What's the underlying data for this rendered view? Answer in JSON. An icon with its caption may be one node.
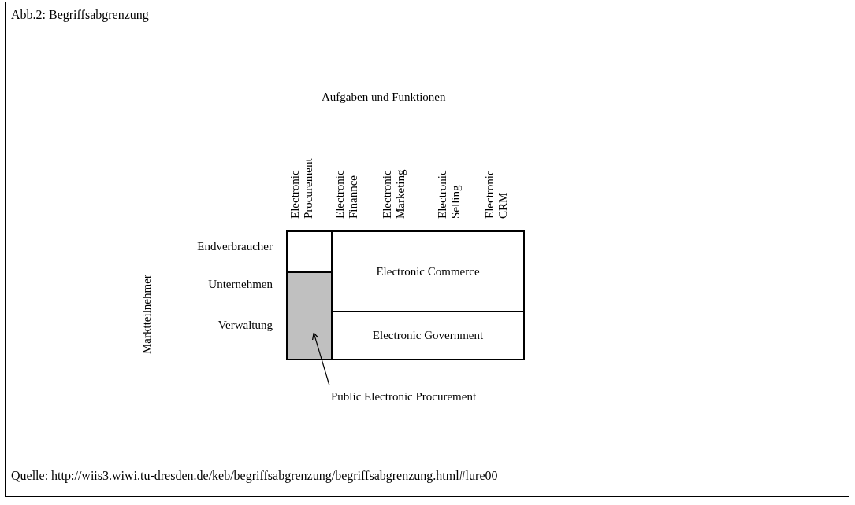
{
  "diagram": {
    "title": "Abb.2: Begriffsabgrenzung",
    "caption": "Quelle: http://wiis3.wiwi.tu-dresden.de/keb/begriffsabgrenzung/begriffsabgrenzung.html#lure00",
    "nodes": [
      {
        "text": [],
        "shape": "box"
      },
      {
        "text": [],
        "shape": "box"
      },
      {
        "text": [
          "Electronic Commerce"
        ]
      },
      {
        "text": [
          "Electronic Government"
        ]
      },
      {
        "text": [
          "Public Electronic Procurement"
        ]
      }
    ],
    "edges": [
      {
        "from": 4,
        "to": 1,
        "arrow": "to"
      }
    ],
    "labels": [
      "Aufgaben und Funktionen",
      "Electronic Procurement",
      "Electronic Finannce",
      "Electronic Marketing",
      "Electronic Selling",
      "Electronic CRM",
      "Marktteilnehmer",
      "Endverbraucher",
      "Unternehmen",
      "Verwaltung"
    ]
  }
}
